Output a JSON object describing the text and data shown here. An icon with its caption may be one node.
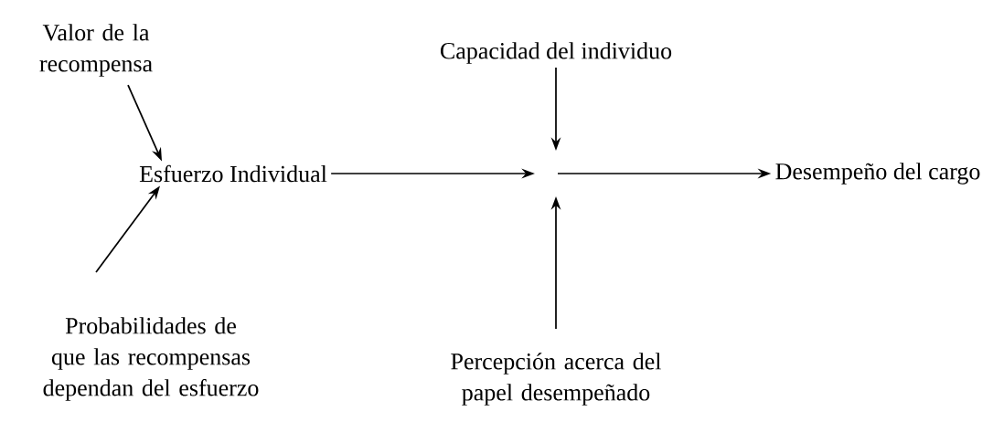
{
  "diagram": {
    "nodes": [
      {
        "text": [
          "Valor de la recompensa"
        ]
      },
      {
        "text": [
          "Esfuerzo Individual"
        ]
      },
      {
        "text": [
          "Probabilidades de que las recompensas dependan del esfuerzo"
        ]
      },
      {
        "text": [
          "Capacidad del individuo"
        ]
      },
      {
        "text": [
          "Desempeño del cargo"
        ]
      },
      {
        "text": [
          "Percepción acerca del papel desempeñado"
        ]
      }
    ],
    "edges": [
      {
        "from": 0,
        "to": 1,
        "arrow": "to"
      },
      {
        "from": 2,
        "to": 1,
        "arrow": "to"
      },
      {
        "from": 1,
        "to": null,
        "arrow": "to"
      },
      {
        "from": 3,
        "to": null,
        "arrow": "to"
      },
      {
        "from": 5,
        "to": null,
        "arrow": "to"
      },
      {
        "from": null,
        "to": 4,
        "arrow": "to"
      }
    ]
  }
}
